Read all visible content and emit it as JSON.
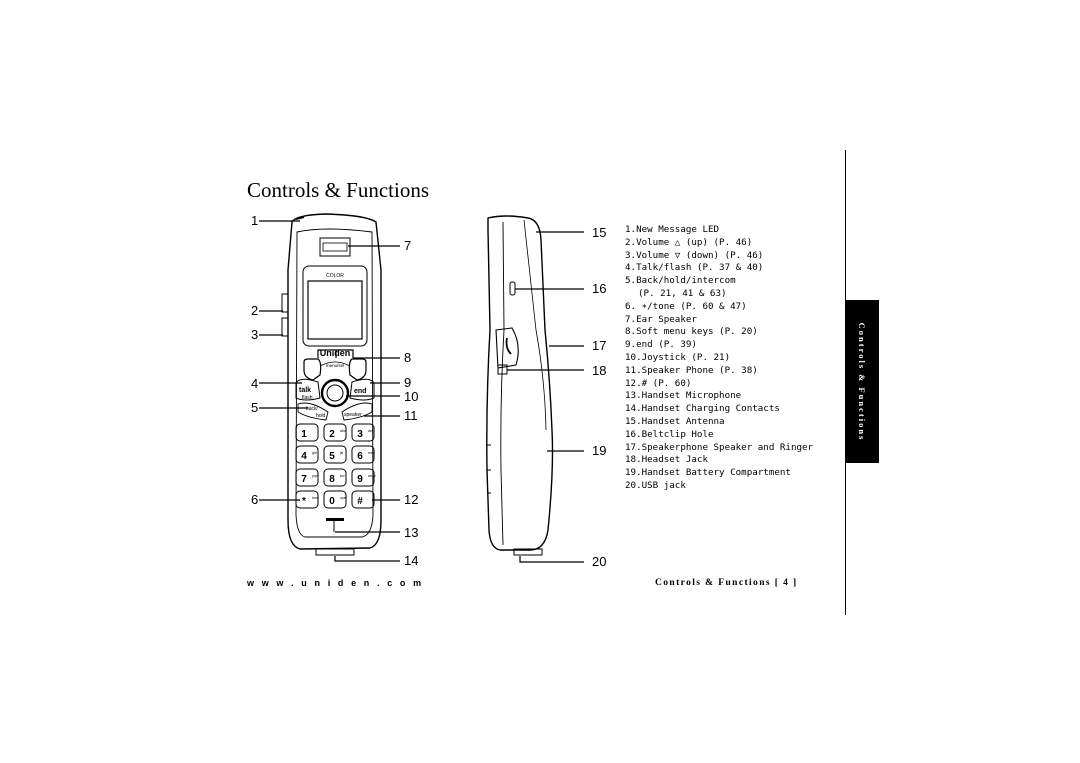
{
  "page": {
    "title": "Controls & Functions",
    "side_tab": "Controls & Functions",
    "footer_left": "w w w . u n i d e n . c o m",
    "footer_right": "Controls & Functions [ 4 ]"
  },
  "handset": {
    "brand": "Uniden",
    "color_label": "COLOR",
    "softkey_label": "menu/sel",
    "talk_label": "talk",
    "flash_label": "flash",
    "end_label": "end",
    "back_label": "back/",
    "hold_label": "hold",
    "speaker_label": "speaker",
    "keys": [
      "1",
      "2",
      "3",
      "4",
      "5",
      "6",
      "7",
      "8",
      "9",
      "*",
      "0",
      "#"
    ],
    "key_letters": [
      "",
      "abc",
      "def",
      "ghi",
      "jkl",
      "mno",
      "pqrs",
      "tuv",
      "wxyz",
      "tone",
      "oper",
      ""
    ]
  },
  "callouts": [
    "1",
    "2",
    "3",
    "4",
    "5",
    "6",
    "7",
    "8",
    "9",
    "10",
    "11",
    "12",
    "13",
    "14",
    "15",
    "16",
    "17",
    "18",
    "19",
    "20"
  ],
  "items": [
    {
      "label": "1.New Message LED"
    },
    {
      "label": "2.Volume △ (up) (P. 46)"
    },
    {
      "label": "3.Volume ▽ (down) (P. 46)"
    },
    {
      "label": "4.Talk/flash (P. 37 & 40)"
    },
    {
      "label": "5.Back/hold/intercom"
    },
    {
      "label": "(P. 21, 41 & 63)",
      "sub": true
    },
    {
      "label": "6. ∗/tone (P. 60 & 47)"
    },
    {
      "label": "7.Ear Speaker"
    },
    {
      "label": "8.Soft menu keys (P. 20)"
    },
    {
      "label": "9.end (P. 39)"
    },
    {
      "label": "10.Joystick (P. 21)"
    },
    {
      "label": "11.Speaker Phone (P. 38)"
    },
    {
      "label": "12.# (P. 60)"
    },
    {
      "label": "13.Handset Microphone"
    },
    {
      "label": "14.Handset Charging Contacts"
    },
    {
      "label": "15.Handset Antenna"
    },
    {
      "label": "16.Beltclip Hole"
    },
    {
      "label": "17.Speakerphone Speaker and Ringer"
    },
    {
      "label": "18.Headset Jack"
    },
    {
      "label": "19.Handset Battery Compartment"
    },
    {
      "label": "20.USB jack"
    }
  ]
}
